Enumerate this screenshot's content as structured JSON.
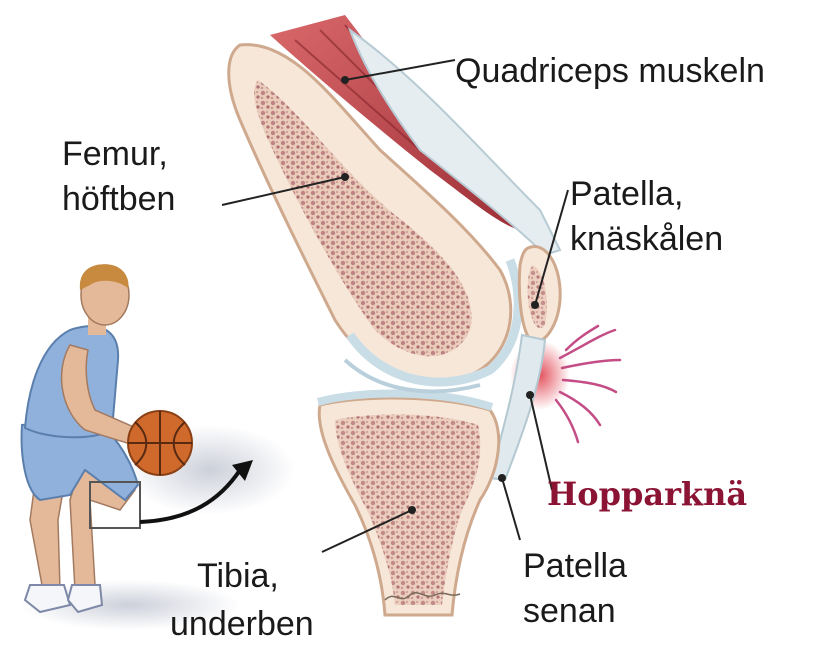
{
  "labels": {
    "quadriceps": "Quadriceps muskeln",
    "femur_line1": "Femur,",
    "femur_line2": "höftben",
    "patella_line1": "Patella,",
    "patella_line2": "knäskålen",
    "condition": "Hopparknä",
    "tibia_line1": "Tibia,",
    "tibia_line2": "underben",
    "tendon_line1": "Patella",
    "tendon_line2": "senan"
  },
  "colors": {
    "highlight": "#8b1434",
    "bone_fill": "#f6e7d9",
    "marrow": "#b8787a",
    "muscle": "#c24a4f",
    "cartilage": "#c9dde6",
    "jersey": "#8fb1dc"
  },
  "icons": {
    "figure": "basketball-player",
    "arrow": "zoom-arrow"
  }
}
